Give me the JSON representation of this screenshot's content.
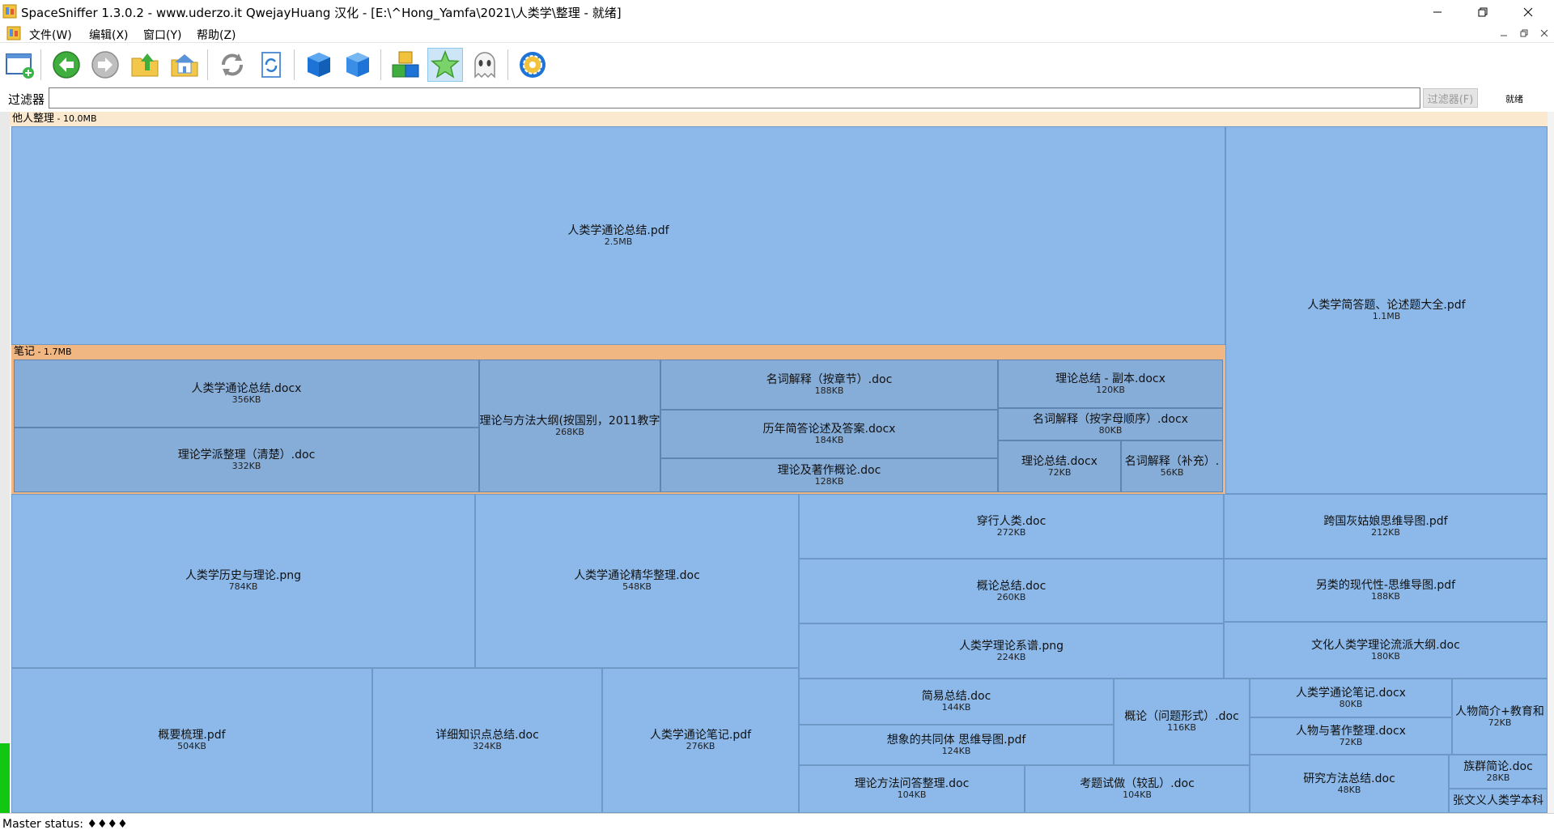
{
  "window": {
    "title": "SpaceSniffer 1.3.0.2 - www.uderzo.it  QwejayHuang 汉化 - [E:\\^Hong_Yamfa\\2021\\人类学\\整理 - 就绪]"
  },
  "menu": {
    "items": [
      {
        "label": "文件(W)"
      },
      {
        "label": "编辑(X)"
      },
      {
        "label": "窗口(Y)"
      },
      {
        "label": "帮助(Z)"
      }
    ]
  },
  "toolbar": {
    "buttons": [
      {
        "icon": "new-view-icon"
      },
      {
        "icon": "back-icon"
      },
      {
        "icon": "forward-icon"
      },
      {
        "icon": "folder-up-icon"
      },
      {
        "icon": "home-folder-icon"
      },
      {
        "icon": "refresh-icon"
      },
      {
        "icon": "refresh-document-icon"
      },
      {
        "icon": "zoom-in-cube-icon"
      },
      {
        "icon": "zoom-out-cube-icon"
      },
      {
        "icon": "tags-cubes-icon"
      },
      {
        "icon": "star-icon"
      },
      {
        "icon": "ghost-icon"
      },
      {
        "icon": "settings-gear-icon"
      }
    ]
  },
  "filter": {
    "label": "过滤器",
    "value": "",
    "button_label": "过滤器(F)",
    "status": "就绪"
  },
  "treemap": {
    "root": {
      "name": "他人整理",
      "size": "10.0MB"
    },
    "subdir": {
      "name": "笔记",
      "size": "1.7MB"
    },
    "tiles": [
      {
        "name": "人类学通论总结.pdf",
        "size": "2.5MB"
      },
      {
        "name": "人类学简答题、论述题大全.pdf",
        "size": "1.1MB"
      },
      {
        "name": "人类学通论总结.docx",
        "size": "356KB"
      },
      {
        "name": "理论学派整理（清楚）.doc",
        "size": "332KB"
      },
      {
        "name": "理论与方法大纲(按国别，2011教字",
        "size": "268KB"
      },
      {
        "name": "名词解释（按章节）.doc",
        "size": "188KB"
      },
      {
        "name": "历年简答论述及答案.docx",
        "size": "184KB"
      },
      {
        "name": "理论及著作概论.doc",
        "size": "128KB"
      },
      {
        "name": "理论总结 - 副本.docx",
        "size": "120KB"
      },
      {
        "name": "名词解释（按字母顺序）.docx",
        "size": "80KB"
      },
      {
        "name": "理论总结.docx",
        "size": "72KB"
      },
      {
        "name": "名词解释（补充）.",
        "size": "56KB"
      },
      {
        "name": "人类学历史与理论.png",
        "size": "784KB"
      },
      {
        "name": "人类学通论精华整理.doc",
        "size": "548KB"
      },
      {
        "name": "穿行人类.doc",
        "size": "272KB"
      },
      {
        "name": "跨国灰姑娘思维导图.pdf",
        "size": "212KB"
      },
      {
        "name": "概论总结.doc",
        "size": "260KB"
      },
      {
        "name": "另类的现代性-思维导图.pdf",
        "size": "188KB"
      },
      {
        "name": "人类学理论系谱.png",
        "size": "224KB"
      },
      {
        "name": "文化人类学理论流派大纲.doc",
        "size": "180KB"
      },
      {
        "name": "概要梳理.pdf",
        "size": "504KB"
      },
      {
        "name": "详细知识点总结.doc",
        "size": "324KB"
      },
      {
        "name": "人类学通论笔记.pdf",
        "size": "276KB"
      },
      {
        "name": "简易总结.doc",
        "size": "144KB"
      },
      {
        "name": "想象的共同体 思维导图.pdf",
        "size": "124KB"
      },
      {
        "name": "概论（问题形式）.doc",
        "size": "116KB"
      },
      {
        "name": "人类学通论笔记.docx",
        "size": "80KB"
      },
      {
        "name": "人物与著作整理.docx",
        "size": "72KB"
      },
      {
        "name": "人物简介+教育和",
        "size": "72KB"
      },
      {
        "name": "理论方法问答整理.doc",
        "size": "104KB"
      },
      {
        "name": "考题试做（较乱）.doc",
        "size": "104KB"
      },
      {
        "name": "研究方法总结.doc",
        "size": "48KB"
      },
      {
        "name": "族群简论.doc",
        "size": "28KB"
      },
      {
        "name": "张文义人类学本科",
        "size": ""
      }
    ]
  },
  "status_bar": {
    "text": "Master status: ♦♦♦♦"
  }
}
